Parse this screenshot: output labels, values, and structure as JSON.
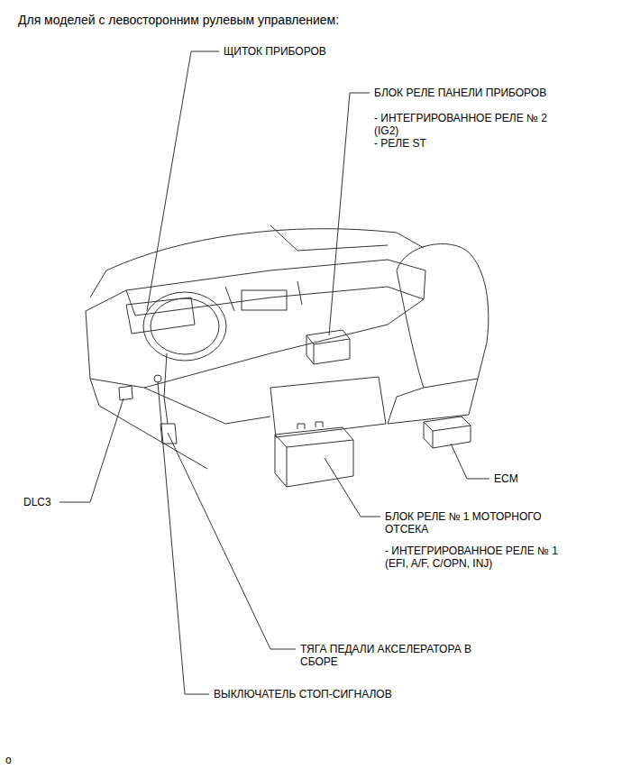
{
  "diagram": {
    "title": "Для моделей с левосторонним рулевым управлением:",
    "labels": [
      "ЩИТОК ПРИБОРОВ",
      "БЛОК РЕЛЕ ПАНЕЛИ ПРИБОРОВ",
      "- ИНТЕГРИРОВАННОЕ РЕЛЕ № 2 (IG2)",
      "- РЕЛЕ ST",
      "ECM",
      "DLC3",
      "БЛОК РЕЛЕ № 1 МОТОРНОГО ОТСЕКА",
      "- ИНТЕГРИРОВАННОЕ РЕЛЕ № 1 (EFI, A/F, C/OPN, INJ)",
      "ТЯГА ПЕДАЛИ АКСЕЛЕРАТОРА В СБОРЕ",
      "ВЫКЛЮЧАТЕЛЬ СТОП-СИГНАЛОВ",
      "o"
    ]
  }
}
